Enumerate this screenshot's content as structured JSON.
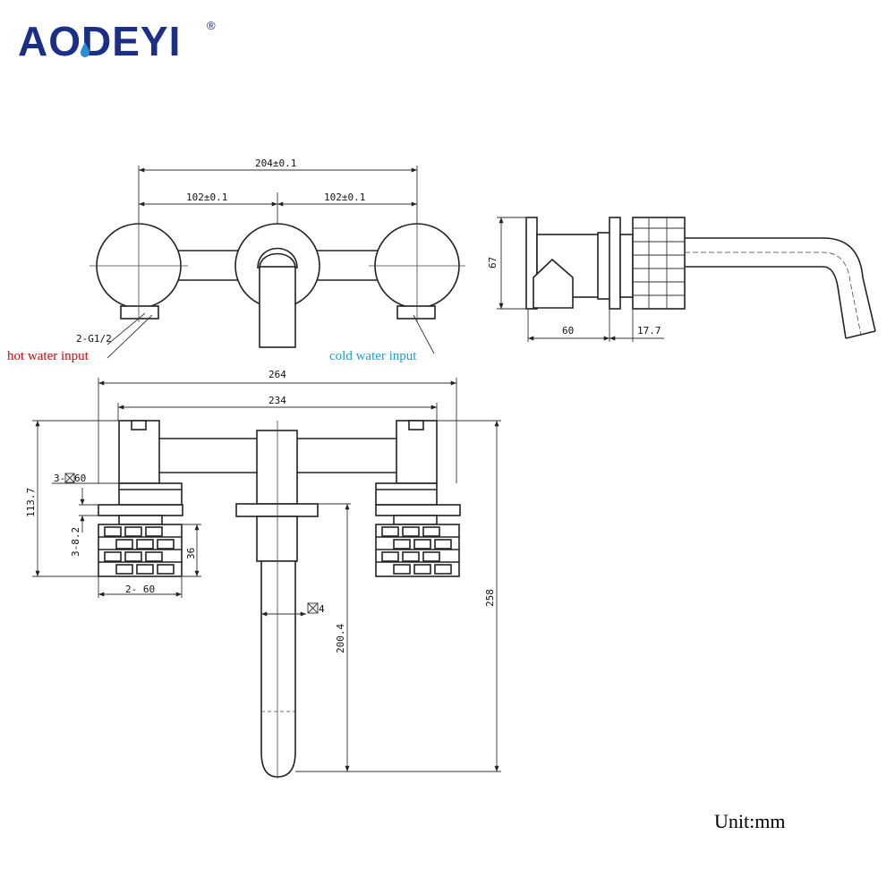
{
  "brand": {
    "name": "AODEYI",
    "registered_mark": "®",
    "colors": {
      "primary": "#1b2f86",
      "drop": "#2b8fd4"
    }
  },
  "drawing": {
    "top_view": {
      "overall_width": "204±0.1",
      "left_spacing": "102±0.1",
      "right_spacing": "102±0.1",
      "thread_callout": "2-G1/2"
    },
    "inputs": {
      "hot_label": "hot water input",
      "hot_color": "#e60000",
      "cold_label": "cold water input",
      "cold_color": "#1ca0dc"
    },
    "side_view": {
      "height": "67",
      "body_length": "60",
      "flange": "17.7"
    },
    "front_view": {
      "outer_width": "264",
      "center_width": "234",
      "left_height": "113.7",
      "square_callout": "3-",
      "square_value": "60",
      "thread_count": "3-8.2",
      "handle_height": "36",
      "handle_diameter": "2- 60",
      "spout_square": "4",
      "spout_length": "200.4",
      "total_height": "258"
    }
  },
  "footer": {
    "unit": "Unit:mm"
  }
}
